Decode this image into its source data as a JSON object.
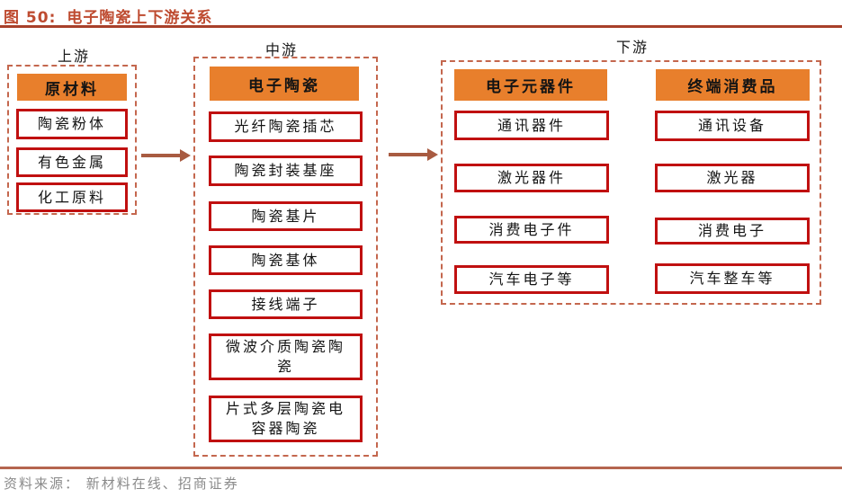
{
  "figure": {
    "label": "图 50:",
    "title": "电子陶瓷上下游关系"
  },
  "sections": {
    "upstream": {
      "label": "上游",
      "header": "原材料",
      "items": [
        "陶瓷粉体",
        "有色金属",
        "化工原料"
      ]
    },
    "midstream": {
      "label": "中游",
      "header": "电子陶瓷",
      "items": [
        "光纤陶瓷插芯",
        "陶瓷封装基座",
        "陶瓷基片",
        "陶瓷基体",
        "接线端子",
        "微波介质陶瓷陶瓷",
        "片式多层陶瓷电容器陶瓷"
      ]
    },
    "downstream": {
      "label": "下游",
      "columns": [
        {
          "header": "电子元器件",
          "items": [
            "通讯器件",
            "激光器件",
            "消费电子件",
            "汽车电子等"
          ]
        },
        {
          "header": "终端消费品",
          "items": [
            "通讯设备",
            "激光器",
            "消费电子",
            "汽车整车等"
          ]
        }
      ]
    }
  },
  "footer": {
    "source": "资料来源： 新材料在线、招商证券"
  },
  "colors": {
    "accent_orange": "#E87F2C",
    "box_border_red": "#C01010",
    "dashed_border": "#C4674E",
    "title_red": "#BE4B30",
    "top_rule": "#A8402A",
    "bottom_rule": "#B5654F",
    "arrow_brick": "#A85B41",
    "footer_gray": "#8A8A8A"
  }
}
